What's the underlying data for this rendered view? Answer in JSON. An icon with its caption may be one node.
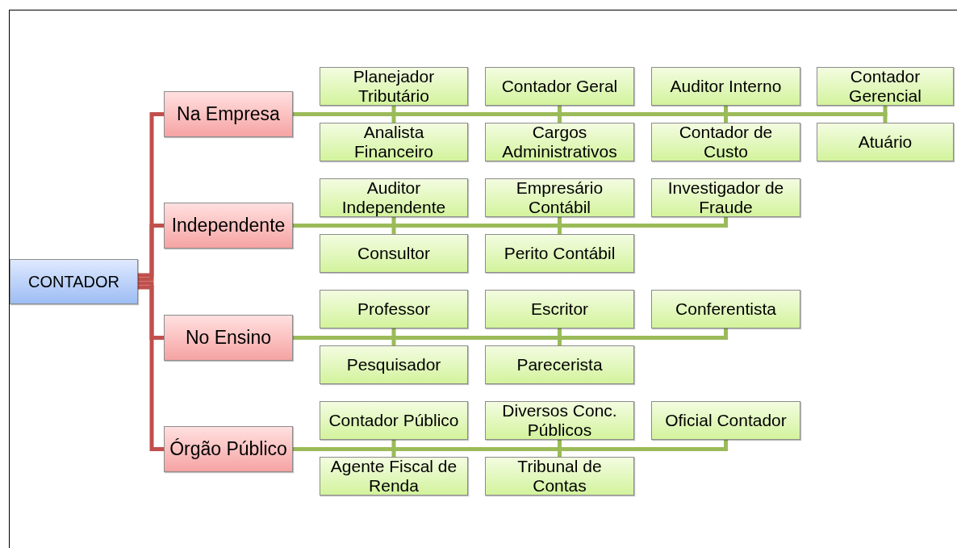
{
  "diagram": {
    "nodes": [
      {
        "text": [
          "CONTADOR"
        ]
      },
      {
        "text": [
          "Na Empresa"
        ]
      },
      {
        "text": [
          "Planejador Tributário"
        ]
      },
      {
        "text": [
          "Contador Geral"
        ]
      },
      {
        "text": [
          "Auditor Interno"
        ]
      },
      {
        "text": [
          "Contador Gerencial"
        ]
      },
      {
        "text": [
          "Analista Financeiro"
        ]
      },
      {
        "text": [
          "Cargos Administrativos"
        ]
      },
      {
        "text": [
          "Contador de Custo"
        ]
      },
      {
        "text": [
          "Atuário"
        ]
      },
      {
        "text": [
          "Independente"
        ]
      },
      {
        "text": [
          "Auditor Independente"
        ]
      },
      {
        "text": [
          "Empresário Contábil"
        ]
      },
      {
        "text": [
          "Investigador de Fraude"
        ]
      },
      {
        "text": [
          "Consultor"
        ]
      },
      {
        "text": [
          "Perito Contábil"
        ]
      },
      {
        "text": [
          "No Ensino"
        ]
      },
      {
        "text": [
          "Professor"
        ]
      },
      {
        "text": [
          "Escritor"
        ]
      },
      {
        "text": [
          "Conferentista"
        ]
      },
      {
        "text": [
          "Pesquisador"
        ]
      },
      {
        "text": [
          "Parecerista"
        ]
      },
      {
        "text": [
          "Órgão Público"
        ]
      },
      {
        "text": [
          "Contador Público"
        ]
      },
      {
        "text": [
          "Diversos Conc. Públicos"
        ]
      },
      {
        "text": [
          "Oficial Contador"
        ]
      },
      {
        "text": [
          "Agente Fiscal de Renda"
        ]
      },
      {
        "text": [
          "Tribunal de Contas"
        ]
      }
    ],
    "edges": [
      {
        "from": 0,
        "to": 1,
        "arrow": "none",
        "color": "#c0504d"
      },
      {
        "from": 0,
        "to": 10,
        "arrow": "none",
        "color": "#c0504d"
      },
      {
        "from": 0,
        "to": 16,
        "arrow": "none",
        "color": "#c0504d"
      },
      {
        "from": 0,
        "to": 22,
        "arrow": "none",
        "color": "#c0504d"
      },
      {
        "from": 1,
        "to": 2,
        "arrow": "none"
      },
      {
        "from": 1,
        "to": 3,
        "arrow": "none"
      },
      {
        "from": 1,
        "to": 4,
        "arrow": "none"
      },
      {
        "from": 1,
        "to": 5,
        "arrow": "none"
      },
      {
        "from": 1,
        "to": 6,
        "arrow": "none"
      },
      {
        "from": 1,
        "to": 7,
        "arrow": "none"
      },
      {
        "from": 1,
        "to": 8,
        "arrow": "none"
      },
      {
        "from": 1,
        "to": 9,
        "arrow": "none"
      },
      {
        "from": 10,
        "to": 11,
        "arrow": "none"
      },
      {
        "from": 10,
        "to": 12,
        "arrow": "none"
      },
      {
        "from": 10,
        "to": 13,
        "arrow": "none"
      },
      {
        "from": 10,
        "to": 14,
        "arrow": "none"
      },
      {
        "from": 10,
        "to": 15,
        "arrow": "none"
      },
      {
        "from": 16,
        "to": 17,
        "arrow": "none"
      },
      {
        "from": 16,
        "to": 18,
        "arrow": "none"
      },
      {
        "from": 16,
        "to": 19,
        "arrow": "none"
      },
      {
        "from": 16,
        "to": 20,
        "arrow": "none"
      },
      {
        "from": 16,
        "to": 21,
        "arrow": "none"
      },
      {
        "from": 22,
        "to": 23,
        "arrow": "none"
      },
      {
        "from": 22,
        "to": 24,
        "arrow": "none"
      },
      {
        "from": 22,
        "to": 25,
        "arrow": "none"
      },
      {
        "from": 22,
        "to": 26,
        "arrow": "none"
      },
      {
        "from": 22,
        "to": 27,
        "arrow": "none"
      }
    ]
  }
}
